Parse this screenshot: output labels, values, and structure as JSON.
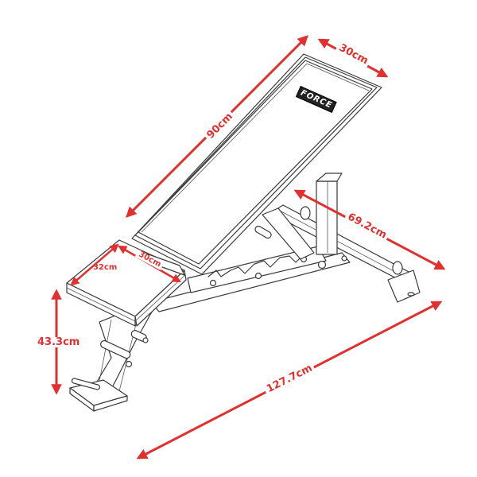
{
  "diagram": {
    "subject": "Adjustable weight bench dimension diagram",
    "brand_logo": "FORCE",
    "colors": {
      "dimension": "#e03030",
      "line_art": "#3a3a3a",
      "background": "#ffffff"
    },
    "dimensions": {
      "backrest_length": "90cm",
      "backrest_width": "30cm",
      "seat_length": "32cm",
      "seat_width": "30cm",
      "seat_height": "43.3cm",
      "rear_base_length": "69.2cm",
      "overall_length": "127.7cm"
    }
  }
}
